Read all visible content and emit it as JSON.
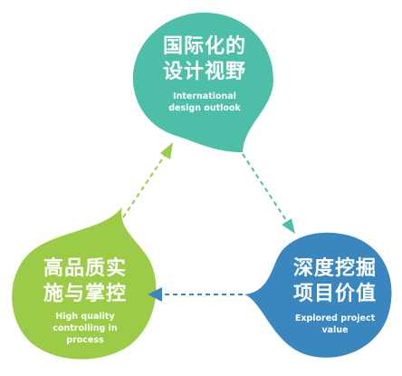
{
  "colors": {
    "teal": "#4dbfa8",
    "blue": "#3a86bf",
    "green": "#9ccb48"
  },
  "nodes": {
    "top": {
      "title_line1": "国际化的",
      "title_line2": "设计视野",
      "sub_line1": "International",
      "sub_line2": "design outlook"
    },
    "right": {
      "title_line1": "深度挖掘",
      "title_line2": "项目价值",
      "sub_line1": "Explored project",
      "sub_line2": "value"
    },
    "left": {
      "title_line1": "高品质实",
      "title_line2": "施与掌控",
      "sub_line1": "High quality",
      "sub_line2": "controlling in",
      "sub_line3": "process"
    }
  }
}
